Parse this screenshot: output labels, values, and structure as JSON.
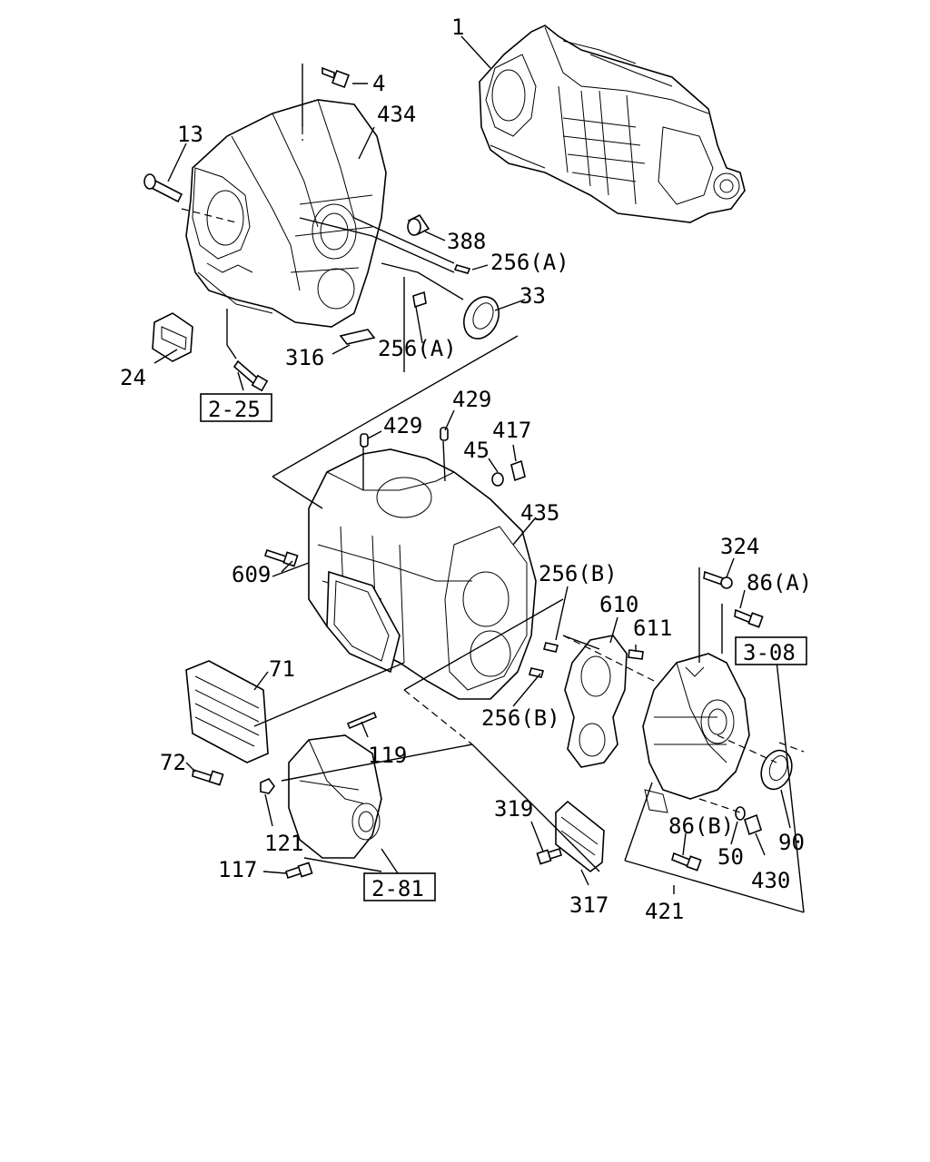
{
  "parts": [
    {
      "id": "1",
      "text": "1"
    },
    {
      "id": "4",
      "text": "4"
    },
    {
      "id": "434",
      "text": "434"
    },
    {
      "id": "13",
      "text": "13"
    },
    {
      "id": "388",
      "text": "388"
    },
    {
      "id": "256A_1",
      "text": "256(A)"
    },
    {
      "id": "33",
      "text": "33"
    },
    {
      "id": "316",
      "text": "316"
    },
    {
      "id": "256A_2",
      "text": "256(A)"
    },
    {
      "id": "24",
      "text": "24"
    },
    {
      "id": "429_1",
      "text": "429"
    },
    {
      "id": "429_2",
      "text": "429"
    },
    {
      "id": "45",
      "text": "45"
    },
    {
      "id": "417",
      "text": "417"
    },
    {
      "id": "435",
      "text": "435"
    },
    {
      "id": "609",
      "text": "609"
    },
    {
      "id": "256B_1",
      "text": "256(B)"
    },
    {
      "id": "324",
      "text": "324"
    },
    {
      "id": "86A",
      "text": "86(A)"
    },
    {
      "id": "610",
      "text": "610"
    },
    {
      "id": "611",
      "text": "611"
    },
    {
      "id": "71",
      "text": "71"
    },
    {
      "id": "256B_2",
      "text": "256(B)"
    },
    {
      "id": "72",
      "text": "72"
    },
    {
      "id": "119",
      "text": "119"
    },
    {
      "id": "121",
      "text": "121"
    },
    {
      "id": "117",
      "text": "117"
    },
    {
      "id": "319",
      "text": "319"
    },
    {
      "id": "317",
      "text": "317"
    },
    {
      "id": "86B",
      "text": "86(B)"
    },
    {
      "id": "50",
      "text": "50"
    },
    {
      "id": "430",
      "text": "430"
    },
    {
      "id": "90",
      "text": "90"
    },
    {
      "id": "421",
      "text": "421"
    }
  ],
  "references": [
    {
      "id": "ref_2_25",
      "text": "2-25"
    },
    {
      "id": "ref_3_08",
      "text": "3-08"
    },
    {
      "id": "ref_2_81",
      "text": "2-81"
    }
  ]
}
